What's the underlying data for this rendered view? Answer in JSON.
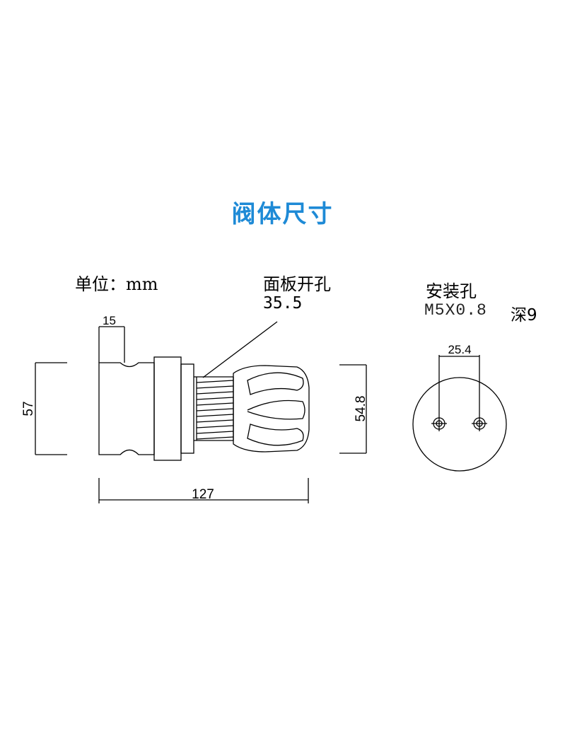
{
  "title": "阀体尺寸",
  "title_color": "#1e8ad6",
  "unit_label": "单位：mm",
  "panel_cutout": {
    "label": "面板开孔",
    "value": "35.5"
  },
  "mounting_holes": {
    "label": "安装孔",
    "thread": "M5X0.8",
    "depth": "深9"
  },
  "dimensions": {
    "handle_length": "15",
    "height_left": "57",
    "height_right": "54.8",
    "total_length": "127",
    "hole_spacing": "25.4"
  }
}
